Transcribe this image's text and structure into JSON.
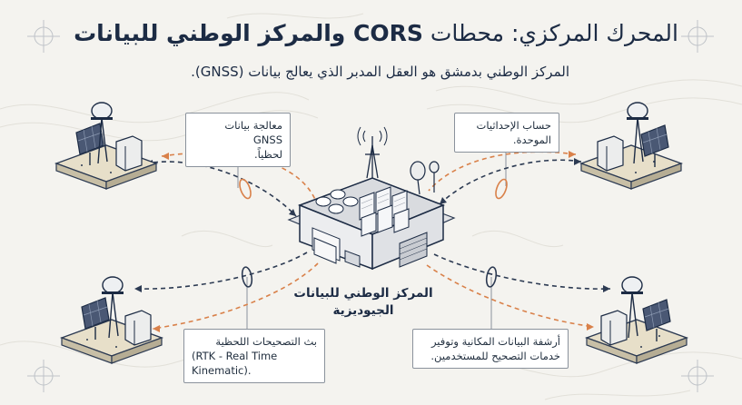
{
  "title": {
    "prefix": "المحرك المركزي: محطات ",
    "bold": "CORS والمركز الوطني للبيانات"
  },
  "subtitle": "المركز الوطني بدمشق هو العقل المدبر الذي يعالج بيانات (GNSS).",
  "callouts": {
    "top_left": [
      "معالجة بيانات GNSS",
      "لحظياً."
    ],
    "top_right": [
      "حساب الإحداثيات",
      "الموحدة."
    ],
    "bottom_left": [
      "بث التصحيحات اللحظية",
      "(RTK - Real Time Kinematic)."
    ],
    "bottom_right": [
      "أرشفة البيانات المكانية وتوفير",
      "خدمات التصحيح للمستخدمين."
    ]
  },
  "center_label": [
    "المركز الوطني للبيانات",
    "الجيوديزية"
  ],
  "colors": {
    "ink": "#1c2b44",
    "link_dark": "#2c3a52",
    "link_orange": "#d9814a",
    "ground": "#e7dfc9",
    "ground_side": "#c8bfa6",
    "building_wall": "#ecedef",
    "building_roof": "#d9dbdf",
    "server": "#f5f6f8"
  },
  "icons": [
    "gnss-station-icon",
    "solar-panel-icon",
    "antenna-icon",
    "data-center-icon",
    "signal-icon",
    "registration-mark-icon"
  ]
}
